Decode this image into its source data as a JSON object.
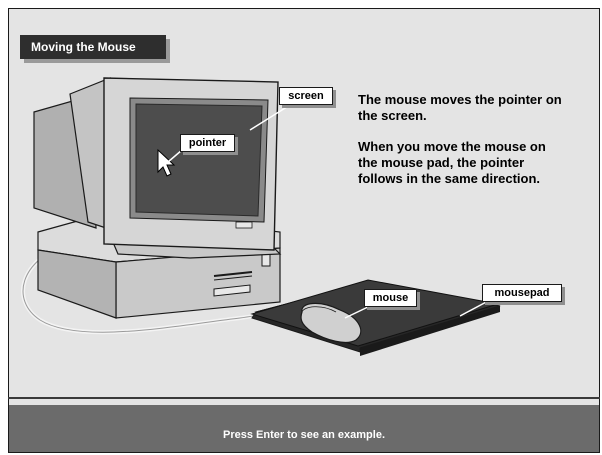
{
  "title": "Moving the Mouse",
  "callouts": {
    "screen": "screen",
    "pointer": "pointer",
    "mouse": "mouse",
    "mousepad": "mousepad"
  },
  "description": {
    "line1": "The mouse moves the pointer on the screen.",
    "line2": "When you move the mouse on the mouse pad, the pointer follows in the same direction."
  },
  "footer": {
    "instruction": "Press Enter to see an example."
  },
  "colors": {
    "panel": "#e4e4e4",
    "title_bar": "#2e2e2e",
    "footer_bar": "#6b6b6b",
    "monitor_screen": "#4d4d4d",
    "mousepad": "#333333"
  },
  "icons": {
    "pointer": "arrow-cursor-icon"
  }
}
